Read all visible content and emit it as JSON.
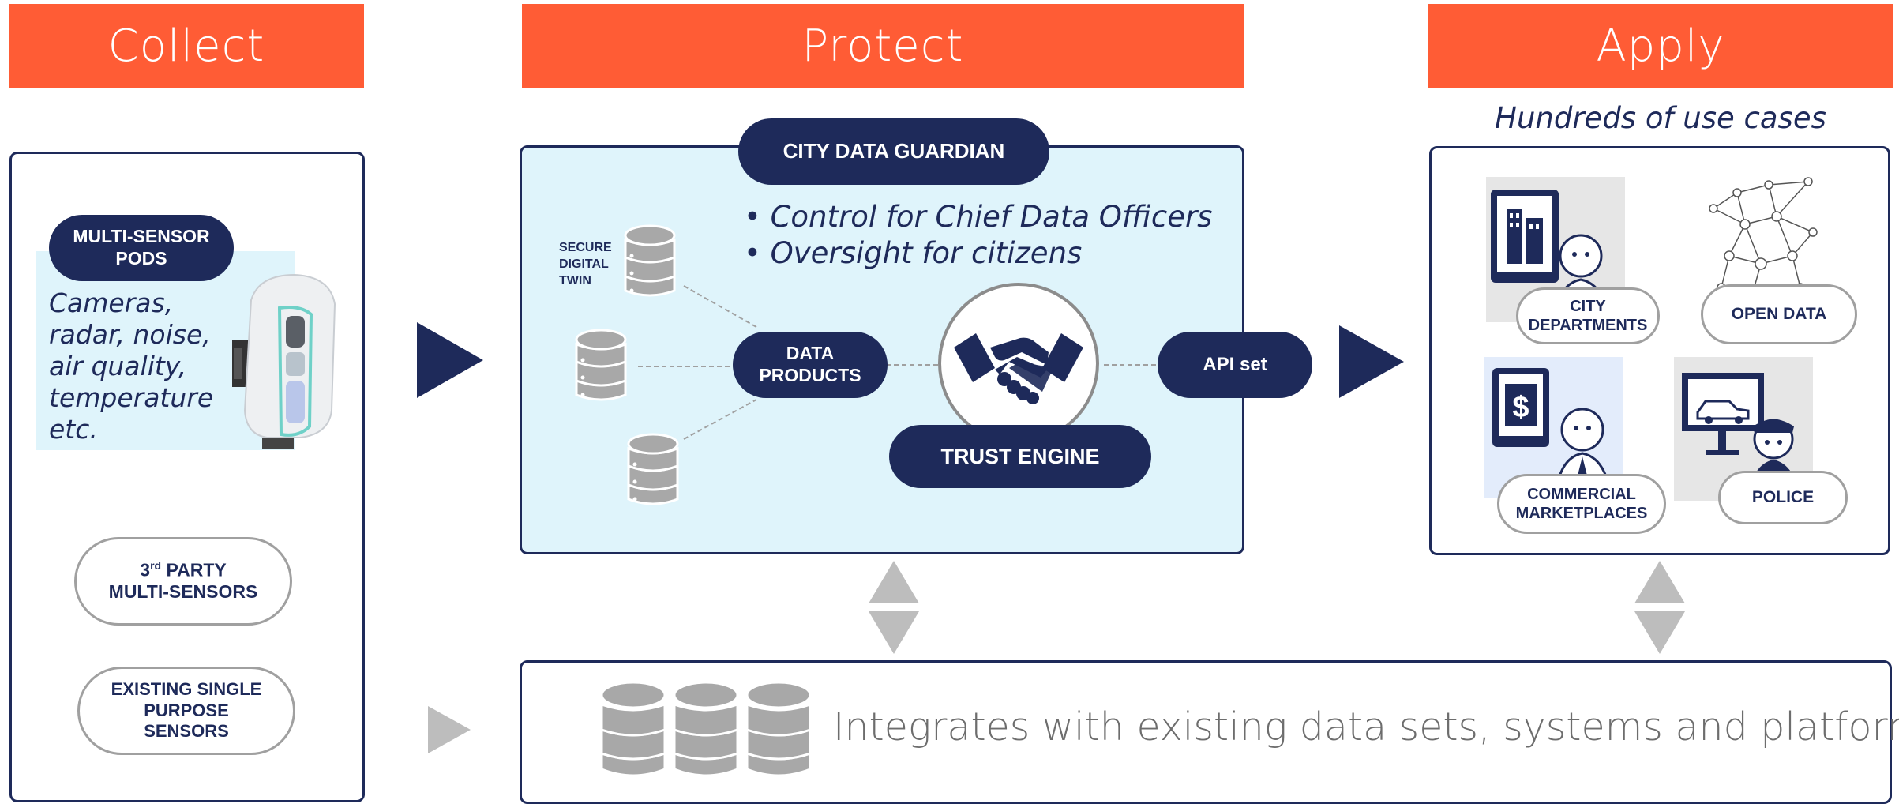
{
  "headers": {
    "collect": "Collect",
    "protect": "Protect",
    "apply": "Apply"
  },
  "collect": {
    "pods_label": "MULTI-SENSOR PODS",
    "pods_desc": [
      "Cameras,",
      "radar, noise,",
      "air quality,",
      "temperature",
      "etc."
    ],
    "third_party_prefix": "3",
    "third_party_sup": "rd",
    "third_party_rest": " PARTY",
    "third_party_line2": "MULTI-SENSORS",
    "existing_line1": "EXISTING SINGLE",
    "existing_line2": "PURPOSE",
    "existing_line3": "SENSORS"
  },
  "protect": {
    "guardian": "CITY DATA GUARDIAN",
    "bullet1": "• Control for Chief Data Officers",
    "bullet2": "• Oversight for citizens",
    "twin_line1": "SECURE",
    "twin_line2": "DIGITAL",
    "twin_line3": "TWIN",
    "data_products_line1": "DATA",
    "data_products_line2": "PRODUCTS",
    "trust_engine": "TRUST ENGINE",
    "api": "API set"
  },
  "apply": {
    "subtitle": "Hundreds of use cases",
    "city_line1": "CITY",
    "city_line2": "DEPARTMENTS",
    "open_data": "OPEN DATA",
    "commercial_line1": "COMMERCIAL",
    "commercial_line2": "MARKETPLACES",
    "police": "POLICE"
  },
  "integrates": "Integrates with existing data sets, systems and platforms",
  "colors": {
    "orange": "#ff5c35",
    "navy": "#1e2a5a",
    "light_blue": "#dff4fb",
    "gray": "#a8a8a8"
  }
}
